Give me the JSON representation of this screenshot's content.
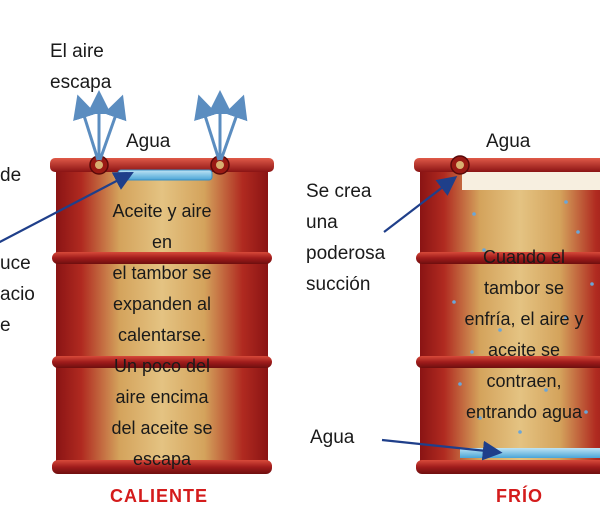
{
  "left_panel": {
    "air_escapes": [
      "El aire",
      "escapa"
    ],
    "water_label": "Agua",
    "cut_labels": [
      "de",
      "uce",
      "acio",
      "e"
    ],
    "drum_text": [
      "Aceite y aire",
      "en",
      "el tambor se",
      "expanden al",
      "calentarse.",
      "Un poco del",
      "aire encima",
      "del aceite se",
      "escapa"
    ],
    "caption": "CALIENTE"
  },
  "right_panel": {
    "water_label_top": "Agua",
    "suction_label": [
      "Se crea",
      "una",
      "poderosa",
      "succión"
    ],
    "drum_text": [
      "Cuando el",
      "tambor se",
      "enfría, el aire y",
      "aceite se",
      "contraen,",
      "entrando agua"
    ],
    "water_label_bottom": "Agua",
    "caption": "FRÍO"
  },
  "colors": {
    "drum_red": "#a01c1c",
    "oil": "#c9a055",
    "arrow_blue": "#5b8dc0",
    "pointer_navy": "#1f3f8a",
    "caption_red": "#d41c1c"
  }
}
